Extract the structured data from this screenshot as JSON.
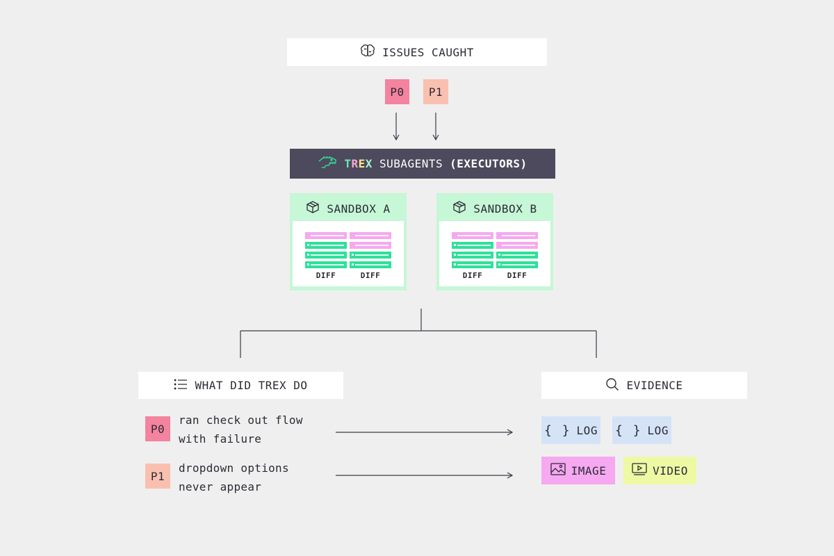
{
  "issues": {
    "title": "ISSUES CAUGHT",
    "tags": [
      "P0",
      "P1"
    ]
  },
  "executors": {
    "trex_letters": [
      "T",
      "R",
      "E",
      "X"
    ],
    "label": "SUBAGENTS",
    "suffix": "(EXECUTORS)"
  },
  "sandboxes": [
    {
      "title": "SANDBOX A",
      "diff_labels": [
        "DIFF",
        "DIFF"
      ]
    },
    {
      "title": "SANDBOX B",
      "diff_labels": [
        "DIFF",
        "DIFF"
      ]
    }
  ],
  "actions": {
    "title": "WHAT DID TREX DO",
    "items": [
      {
        "tag": "P0",
        "line1": "ran check out flow",
        "line2": "with failure"
      },
      {
        "tag": "P1",
        "line1": "dropdown options",
        "line2": "never appear"
      }
    ]
  },
  "evidence": {
    "title": "EVIDENCE",
    "items": [
      {
        "icon": "braces-icon",
        "label": "LOG",
        "brace": "{ }"
      },
      {
        "icon": "braces-icon",
        "label": "LOG",
        "brace": "{ }"
      },
      {
        "icon": "image-icon",
        "label": "IMAGE"
      },
      {
        "icon": "video-icon",
        "label": "VIDEO"
      }
    ]
  },
  "colors": {
    "background": "#efefef",
    "p0": "#f3839f",
    "p1": "#f9c0b0",
    "dark_bar": "#4c4a5c",
    "sandbox_green": "#c6f7d6",
    "diff_pink": "#f6a8f0",
    "diff_green": "#2fe09a",
    "log_blue": "#d5e3f7",
    "image_pink": "#f6a8f0",
    "video_yellow": "#eef9a4"
  }
}
